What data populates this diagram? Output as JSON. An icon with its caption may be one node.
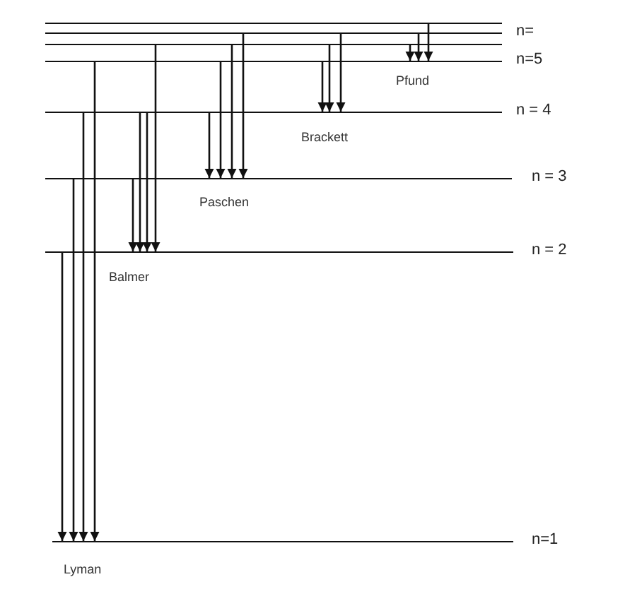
{
  "diagram": {
    "nodes": [
      {
        "text": [],
        "shape": "bar"
      },
      {
        "text": [
          "n="
        ]
      },
      {
        "text": [],
        "shape": "bar"
      },
      {
        "text": [
          "n=5"
        ]
      },
      {
        "text": [
          "n = 4"
        ]
      },
      {
        "text": [
          "n = 3"
        ]
      },
      {
        "text": [
          "n = 2"
        ]
      },
      {
        "text": [
          "n=1"
        ]
      }
    ],
    "edges": [
      {
        "from": 2,
        "to": 3,
        "arrow": "to"
      },
      {
        "from": 1,
        "to": 3,
        "arrow": "to"
      },
      {
        "from": 0,
        "to": 3,
        "arrow": "to"
      },
      {
        "from": 3,
        "to": 4,
        "arrow": "to"
      },
      {
        "from": 2,
        "to": 4,
        "arrow": "to"
      },
      {
        "from": 1,
        "to": 4,
        "arrow": "to"
      },
      {
        "from": 4,
        "to": 5,
        "arrow": "to"
      },
      {
        "from": 3,
        "to": 5,
        "arrow": "to"
      },
      {
        "from": 2,
        "to": 5,
        "arrow": "to"
      },
      {
        "from": 1,
        "to": 5,
        "arrow": "to"
      },
      {
        "from": 5,
        "to": 6,
        "arrow": "to"
      },
      {
        "from": 4,
        "to": 6,
        "arrow": "to"
      },
      {
        "from": 4,
        "to": 6,
        "arrow": "to"
      },
      {
        "from": 2,
        "to": 6,
        "arrow": "to"
      },
      {
        "from": 6,
        "to": 7,
        "arrow": "to"
      },
      {
        "from": 5,
        "to": 7,
        "arrow": "to"
      },
      {
        "from": 4,
        "to": 7,
        "arrow": "to"
      },
      {
        "from": 3,
        "to": 7,
        "arrow": "to"
      }
    ],
    "labels": [
      "Pfund",
      "Brackett",
      "Paschen",
      "Balmer",
      "Lyman"
    ]
  }
}
